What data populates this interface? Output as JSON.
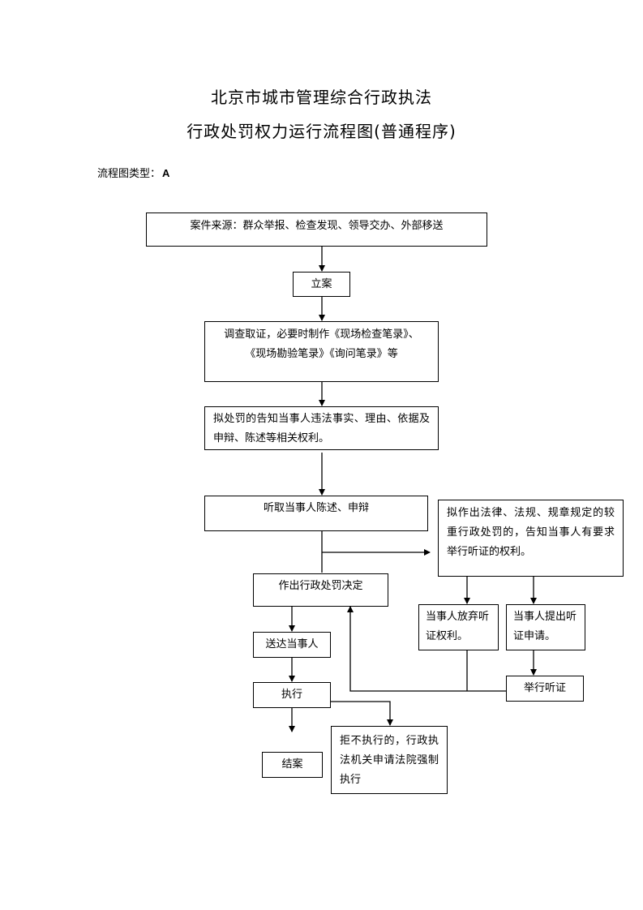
{
  "header": {
    "title_line1": "北京市城市管理综合行政执法",
    "title_line2": "行政处罚权力运行流程图(普通程序)",
    "type_label": "流程图类型：",
    "type_value": "A"
  },
  "flow": {
    "source": "案件来源：群众举报、检查发现、领导交办、外部移送",
    "register": "立案",
    "investigate": "调查取证，必要时制作《现场检查笔录》、《现场勘验笔录》《询问笔录》等",
    "notify": "拟处罚的告知当事人违法事实、理由、依据及申辩、陈述等相关权利。",
    "hear_statement": "听取当事人陈述、申辩",
    "hearing_notice": "拟作出法律、法规、规章规定的较重行政处罚的，告知当事人有要求举行听证的权利。",
    "decision": "作出行政处罚决定",
    "waive_hearing": "当事人放弃听证权利。",
    "request_hearing": "当事人提出听证申请。",
    "deliver": "送达当事人",
    "hold_hearing": "举行听证",
    "execute": "执行",
    "enforce": "拒不执行的，行政执法机关申请法院强制执行",
    "close": "结案"
  }
}
